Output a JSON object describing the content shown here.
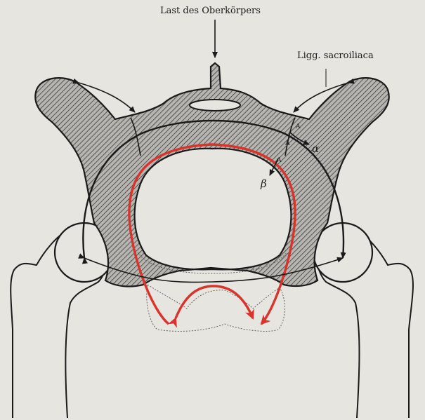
{
  "labels": {
    "load": "Last des Oberkörpers",
    "ligaments": "Ligg. sacroiliaca",
    "alpha": "α",
    "beta": "β",
    "mark_1": "A",
    "mark_2": "A",
    "mark_3": "A"
  },
  "colors": {
    "background": "#e6e5e0",
    "ink": "#1a1a1a",
    "bone_fill": "#9a9a96",
    "force_line": "#d9342b"
  }
}
